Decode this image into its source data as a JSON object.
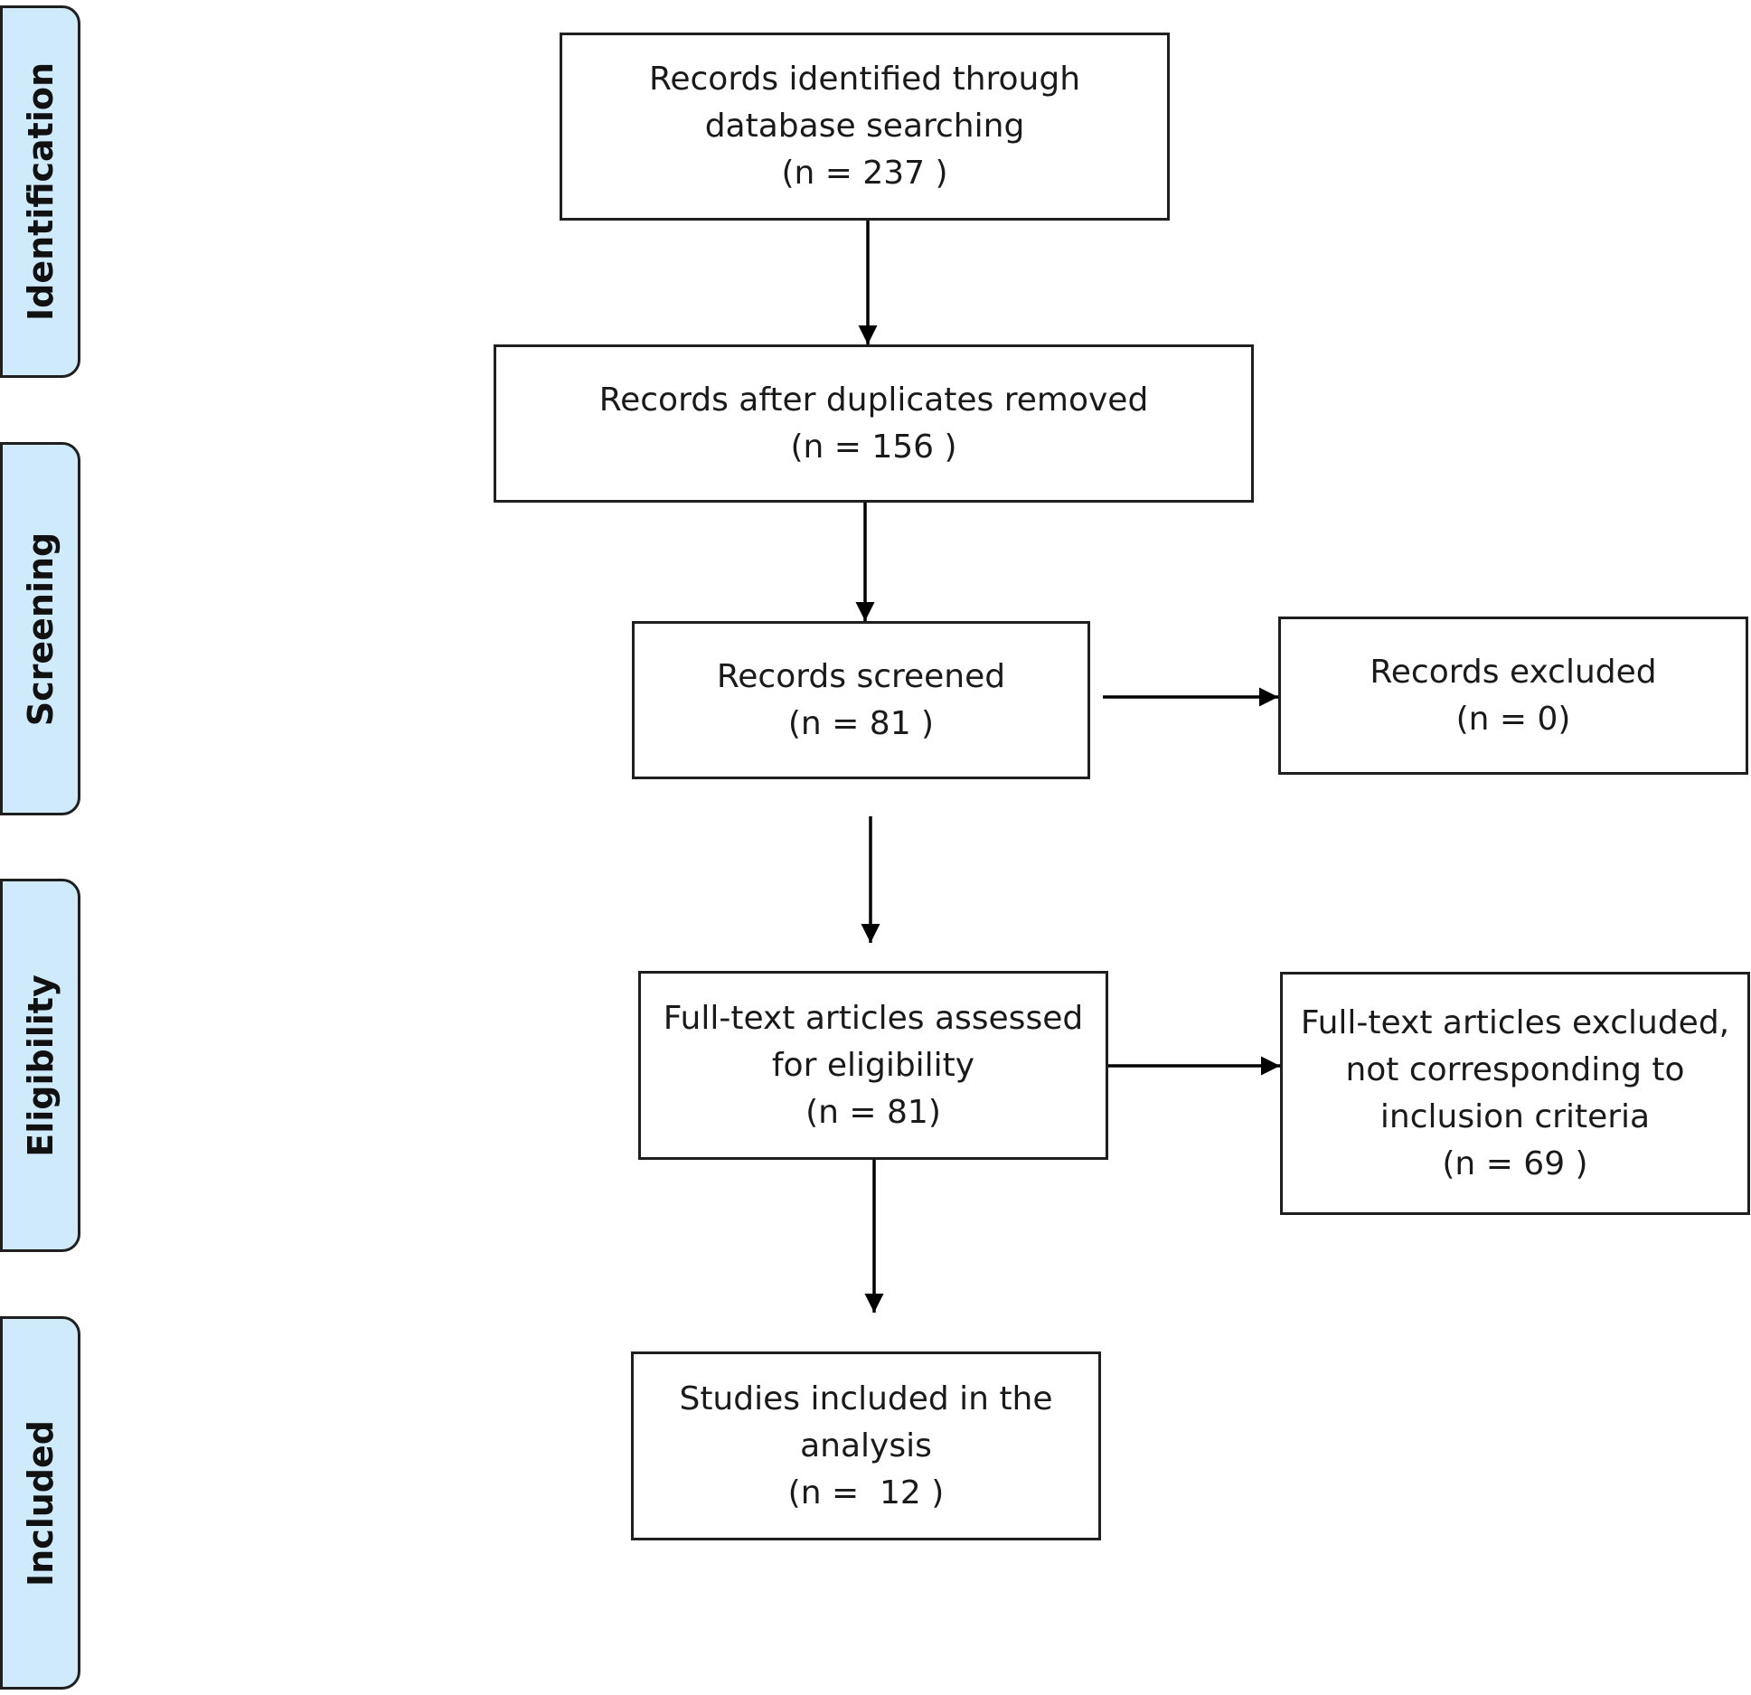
{
  "phases": [
    {
      "label": "Identification"
    },
    {
      "label": "Screening"
    },
    {
      "label": "Eligibility"
    },
    {
      "label": "Included"
    }
  ],
  "boxes": {
    "identified": {
      "lines": [
        "Records identified through",
        "database searching",
        "(n = 237 )"
      ]
    },
    "deduplicated": {
      "lines": [
        "Records after duplicates removed",
        "(n = 156 )"
      ]
    },
    "screened": {
      "lines": [
        "Records screened",
        "(n = 81 )"
      ]
    },
    "excluded": {
      "lines": [
        "Records excluded",
        "(n = 0)"
      ]
    },
    "assessed": {
      "lines": [
        "Full-text articles assessed",
        "for eligibility",
        "(n = 81)"
      ]
    },
    "fulltext_excluded": {
      "lines": [
        "Full-text articles excluded,",
        "not corresponding to",
        "inclusion criteria",
        "(n = 69 )"
      ]
    },
    "included": {
      "lines": [
        "Studies included in the",
        "analysis",
        "(n =  12 )"
      ]
    }
  },
  "colors": {
    "phase_fill": "#cfeafb",
    "border": "#1f1f1f",
    "arrow": "#000000"
  }
}
